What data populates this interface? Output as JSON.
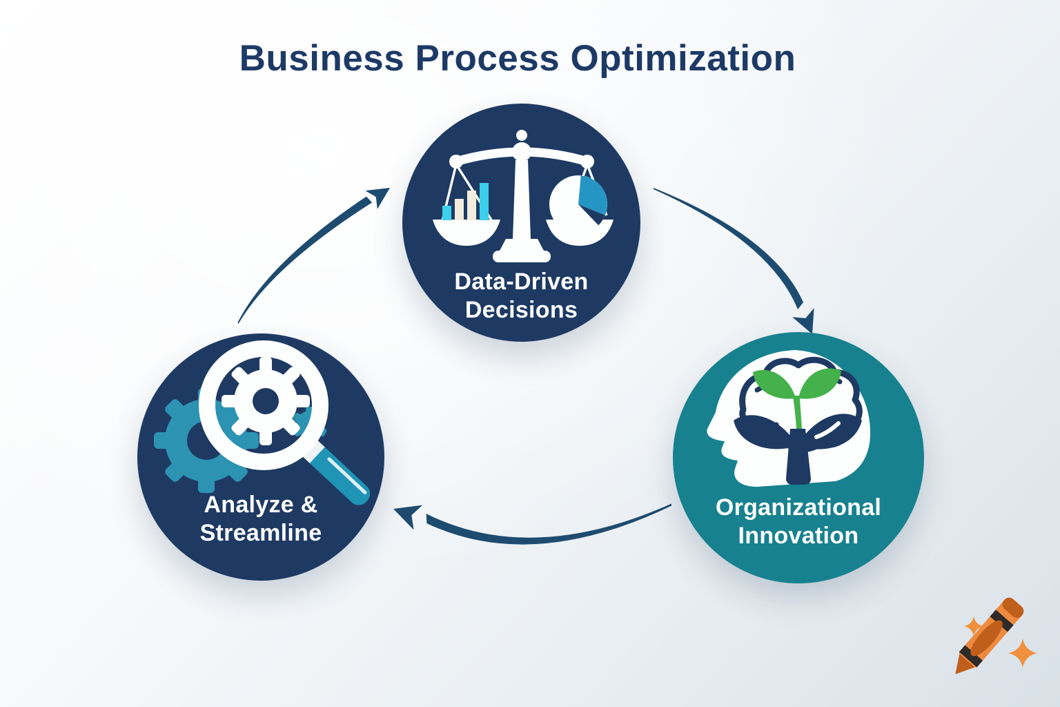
{
  "title": "Business Process Optimization",
  "diagram": {
    "type": "cycle",
    "nodes": [
      {
        "id": "data-driven-decisions",
        "line1": "Data-Driven",
        "line2": "Decisions",
        "icon": "balance-scale-icon",
        "circle_color": "#1e3a63"
      },
      {
        "id": "analyze-streamline",
        "line1": "Analyze &",
        "line2": "Streamline",
        "icon": "magnifier-gears-icon",
        "circle_color": "#1e3a63"
      },
      {
        "id": "organizational-innovation",
        "line1": "Organizational",
        "line2": "Innovation",
        "icon": "head-brain-plant-icon",
        "circle_color": "#17818f"
      }
    ],
    "arrows": [
      {
        "from": "analyze-streamline",
        "to": "data-driven-decisions"
      },
      {
        "from": "data-driven-decisions",
        "to": "organizational-innovation"
      },
      {
        "from": "organizational-innovation",
        "to": "analyze-streamline"
      }
    ]
  },
  "colors": {
    "navy_circle": "#1e3a63",
    "teal_circle": "#17818f",
    "title_text": "#1d3a66",
    "label_text": "#ffffff",
    "arrow": "#1e4b70",
    "cyan_bars": "#3ecfec",
    "cream_bars": "#f1ecdd",
    "pie_slice": "#2596c4",
    "gear_teal": "#2d93b3",
    "handle_teal": "#1f94b5",
    "sprout_green": "#44b14a",
    "crayon_orange": "#ee8a3e",
    "crayon_dark_orange": "#c05e1b"
  },
  "logo": {
    "name": "crayon-logo",
    "sparkle_count": 2
  }
}
